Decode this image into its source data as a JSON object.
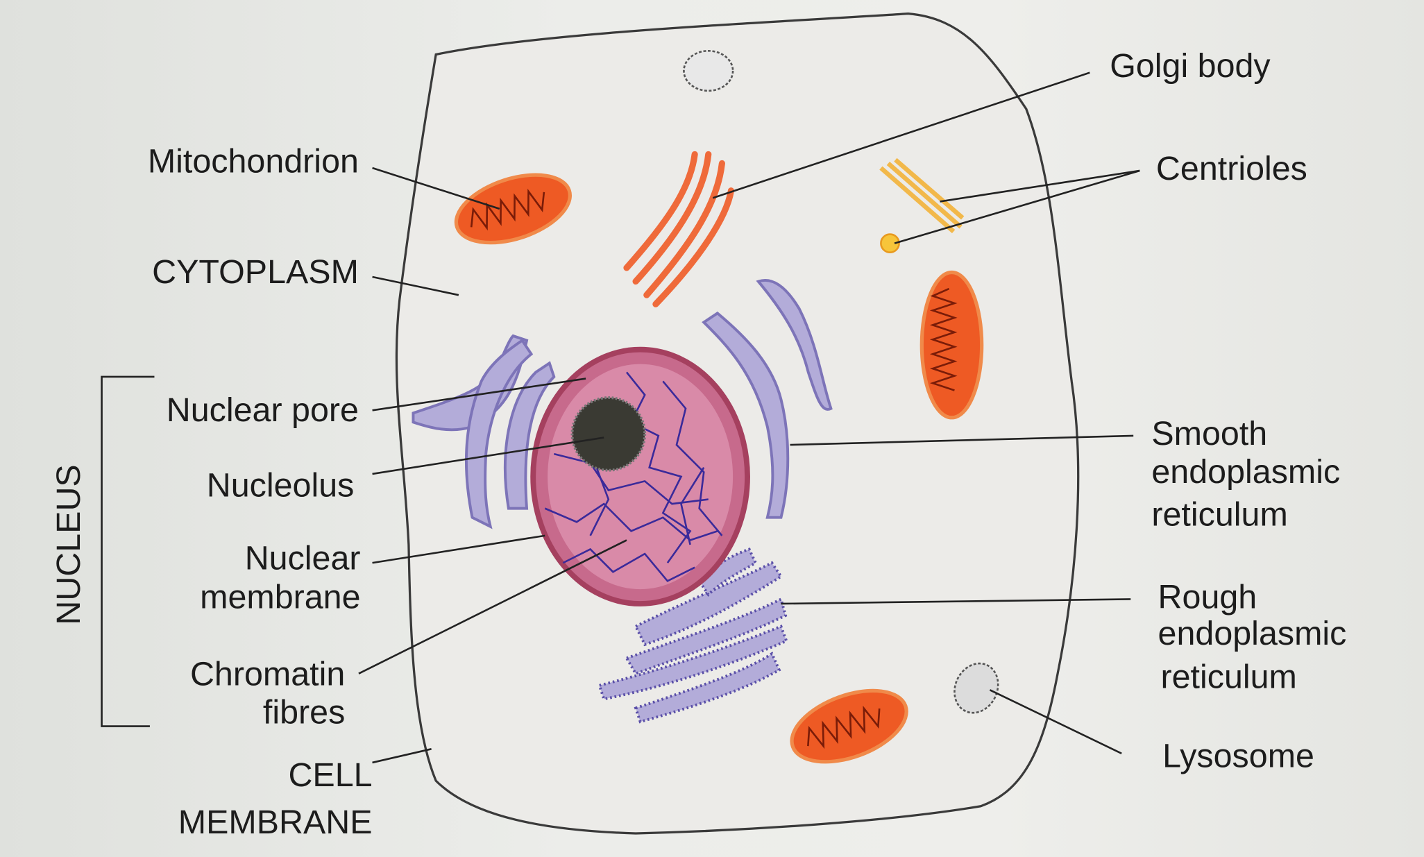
{
  "labels": {
    "golgi_body": "Golgi body",
    "mitochondrion": "Mitochondrion",
    "centrioles": "Centrioles",
    "cytoplasm": "CYTOPLASM",
    "nuclear_pore": "Nuclear pore",
    "nucleolus": "Nucleolus",
    "nuclear_membrane": [
      "Nuclear",
      "membrane"
    ],
    "chromatin_fibres": [
      "Chromatin",
      "fibres"
    ],
    "cell_membrane": [
      "CELL",
      "MEMBRANE"
    ],
    "smooth_er": [
      "Smooth",
      "endoplasmic",
      "reticulum"
    ],
    "rough_er": [
      "Rough",
      "endoplasmic",
      "reticulum"
    ],
    "lysosome": "Lysosome",
    "nucleus": "NUCLEUS"
  },
  "colors": {
    "mitochondrion": "#ee5a24",
    "golgi": "#ef6a3a",
    "centriole": "#f2b84a",
    "nucleus": "#c76a8c",
    "chromatin": "#3a2a9a",
    "er": "#9a90cc",
    "membrane": "#3a3a3a"
  }
}
